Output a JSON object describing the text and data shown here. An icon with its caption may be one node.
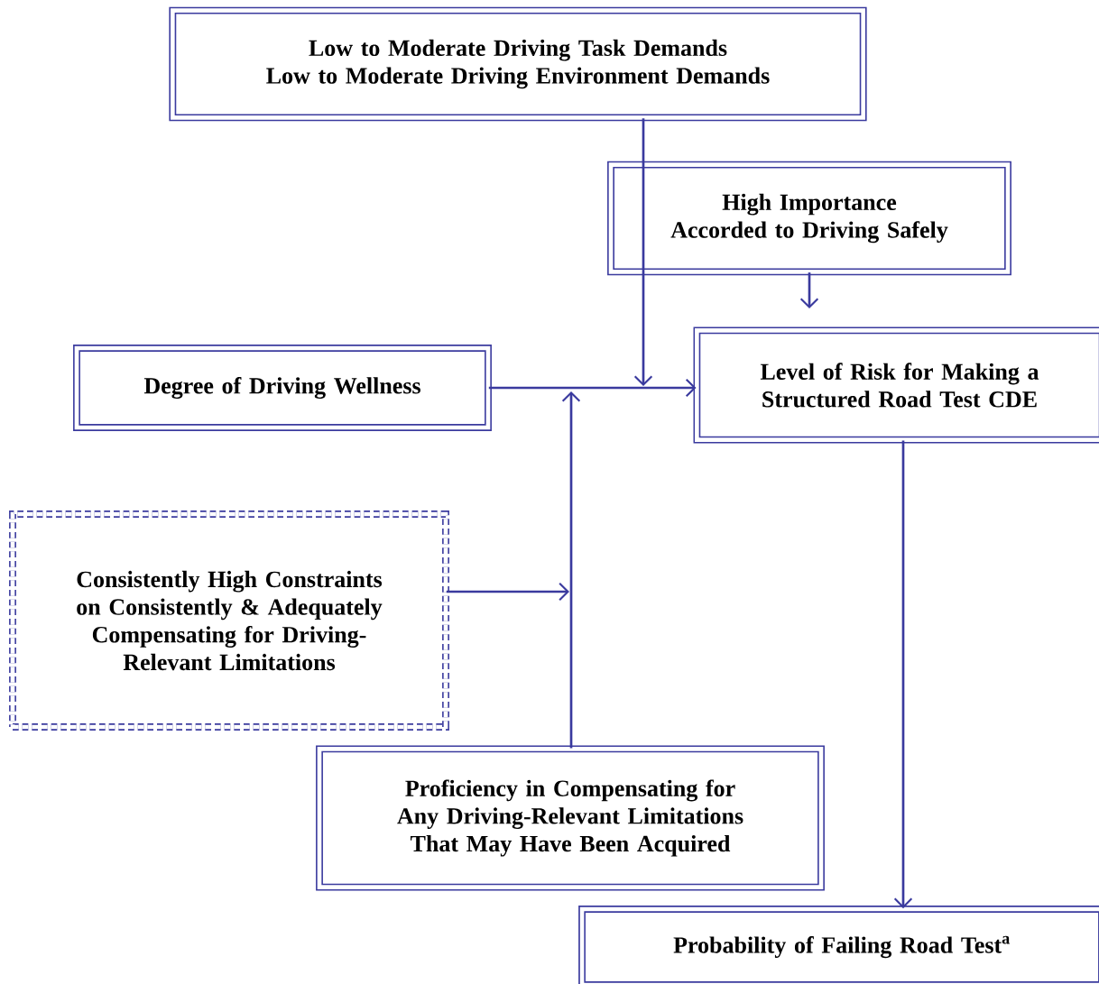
{
  "diagram": {
    "nodes": [
      {
        "text": [
          "Low to Moderate Driving Task Demands",
          "Low to Moderate Driving Environment Demands"
        ]
      },
      {
        "text": [
          "High Importance Accorded to Driving Safely"
        ]
      },
      {
        "text": [
          "Degree of Driving Wellness"
        ]
      },
      {
        "text": [
          "Level of Risk for Making a Structured Road Test CDE"
        ]
      },
      {
        "text": [
          "Consistently High Constraints on Consistently & Adequately Compensating for Driving-Relevant Limitations"
        ]
      },
      {
        "text": [
          "Proficiency in Compensating for Any Driving-Relevant Limitations That May Have Been Acquired"
        ]
      },
      {
        "text": [
          "Probability of Failing Road Test$^{a}$"
        ]
      }
    ],
    "edges": [
      {
        "from": 2,
        "to": 3,
        "arrow": "to"
      },
      {
        "from": 0,
        "to": null,
        "arrow": "to"
      },
      {
        "from": 1,
        "to": null,
        "arrow": "to"
      },
      {
        "from": 5,
        "to": null,
        "arrow": "to"
      },
      {
        "from": 4,
        "to": null,
        "arrow": "to"
      },
      {
        "from": 3,
        "to": 6,
        "arrow": "to"
      }
    ]
  }
}
